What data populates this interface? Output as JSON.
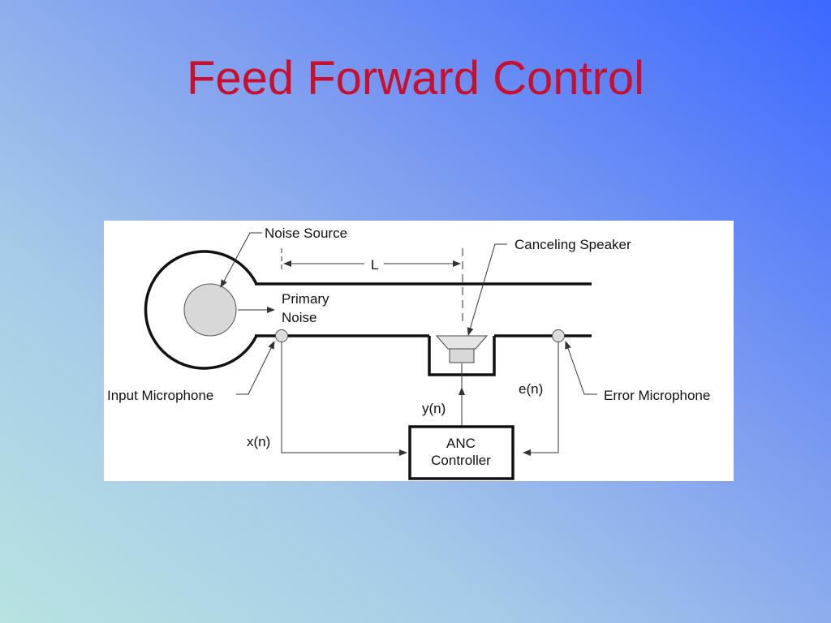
{
  "slide": {
    "title": "Feed Forward Control"
  },
  "diagram": {
    "labels": {
      "noise_source": "Noise Source",
      "length": "L",
      "primary_noise_line1": "Primary",
      "primary_noise_line2": "Noise",
      "canceling_speaker": "Canceling Speaker",
      "input_microphone": "Input Microphone",
      "error_microphone": "Error Microphone",
      "x_signal": "x(n)",
      "y_signal": "y(n)",
      "e_signal": "e(n)",
      "controller_line1": "ANC",
      "controller_line2": "Controller"
    }
  }
}
